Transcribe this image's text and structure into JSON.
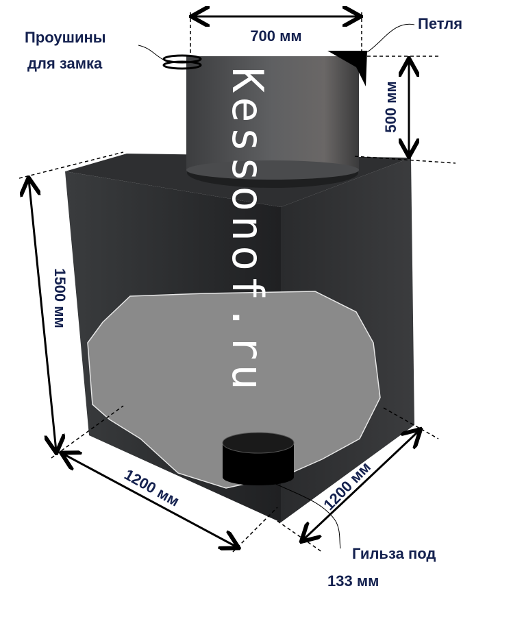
{
  "labels": {
    "lock_lugs_line1": "Проушины",
    "lock_lugs_line2": "для замка",
    "hinge": "Петля",
    "neck_diameter": "700 мм",
    "neck_height": "500 мм",
    "box_height": "1500 мм",
    "box_width": "1200 мм",
    "box_depth": "1200 мм",
    "sleeve_line1": "Гильза под",
    "sleeve_line2": "133 мм"
  },
  "watermark": "Kessonof.ru",
  "colors": {
    "label": "#14214f",
    "box": "#2b2d2f",
    "blob": "#8a8a8a"
  }
}
